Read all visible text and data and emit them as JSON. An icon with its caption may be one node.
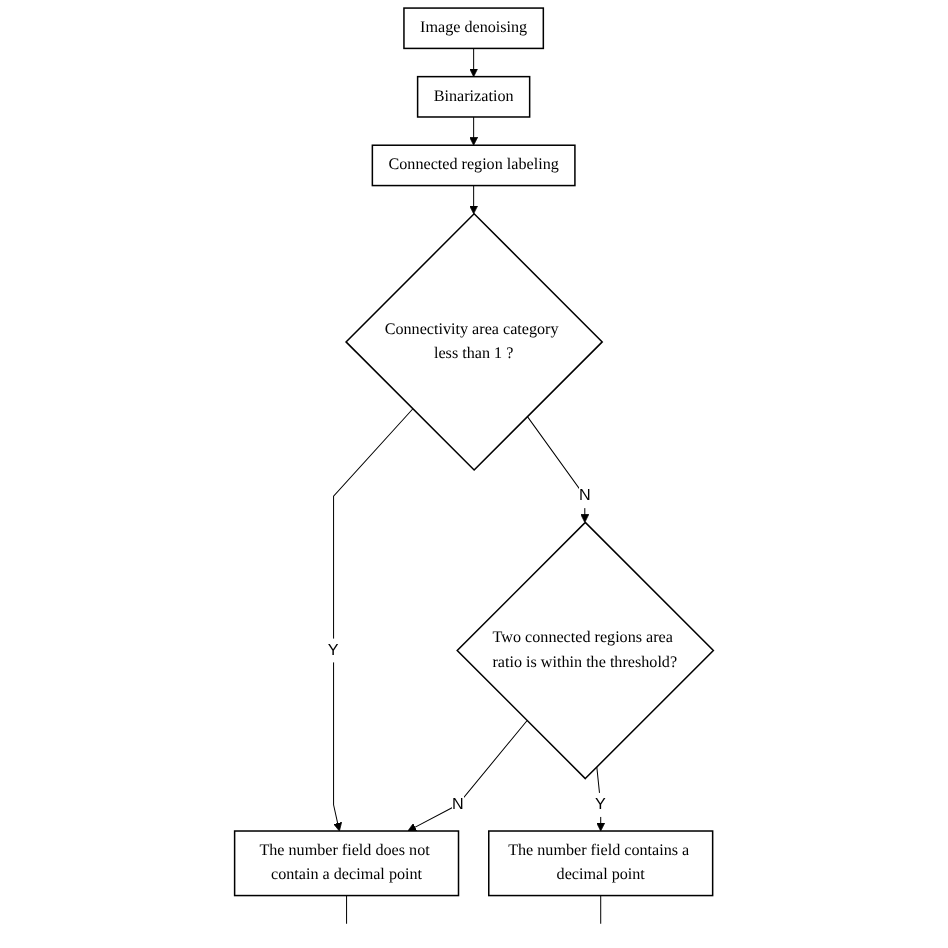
{
  "diagram": {
    "nodes": [
      {
        "text": [
          "Image denoising"
        ]
      },
      {
        "text": [
          "Binarization"
        ]
      },
      {
        "text": [
          "Connected region labeling"
        ]
      },
      {
        "text": [
          "Connectivity area category less than 1 ?"
        ]
      },
      {
        "text": [
          "Two connected regions area ratio is within the threshold?"
        ]
      },
      {
        "text": [
          "The number field does not contain a decimal point"
        ]
      },
      {
        "text": [
          "The number field contains a decimal point"
        ]
      }
    ],
    "edges": [
      {
        "from": 0,
        "to": 1,
        "arrow": "to"
      },
      {
        "from": 1,
        "to": 2,
        "arrow": "to"
      },
      {
        "from": 2,
        "to": 3,
        "arrow": "to"
      },
      {
        "from": 3,
        "to": 5,
        "arrow": "to",
        "label": "Y"
      },
      {
        "from": 3,
        "to": 4,
        "arrow": "to",
        "label": "N"
      },
      {
        "from": 4,
        "to": 5,
        "arrow": "to",
        "label": "N"
      },
      {
        "from": 4,
        "to": 6,
        "arrow": "to",
        "label": "Y"
      },
      {
        "from": 5,
        "to": null,
        "arrow": "none"
      },
      {
        "from": 6,
        "to": null,
        "arrow": "none"
      }
    ]
  }
}
